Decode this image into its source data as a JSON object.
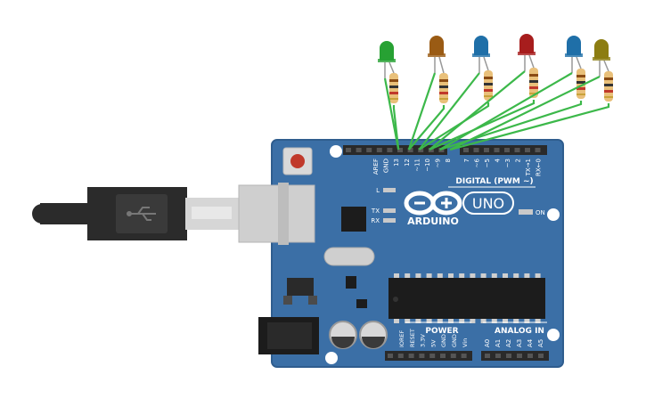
{
  "board": {
    "brand": "ARDUINO",
    "model": "UNO",
    "digital_title": "DIGITAL (PWM ~)",
    "digital_pins": [
      "AREF",
      "GND",
      "13",
      "12",
      "~11",
      "~10",
      "~9",
      "8",
      "7",
      "~6",
      "~5",
      "4",
      "~3",
      "2",
      "TX→1",
      "RX←0"
    ],
    "led_labels": [
      "L",
      "TX",
      "RX"
    ],
    "on_label": "ON",
    "crystal_label": "",
    "power_title": "POWER",
    "power_pins": [
      "IOREF",
      "RESET",
      "3.3V",
      "5V",
      "GND",
      "GND",
      "Vin"
    ],
    "analog_title": "ANALOG IN",
    "analog_pins": [
      "A0",
      "A1",
      "A2",
      "A3",
      "A4",
      "A5"
    ],
    "colors": {
      "pcb": "#3b6fa6",
      "pcb_border": "#2f5d8e",
      "header": "#2a2a2a",
      "chip": "#1c1c1c",
      "wire": "#3cb84a",
      "usb_cable": "#2b2b2b"
    }
  },
  "leds": [
    {
      "name": "green",
      "color": "#27a133",
      "pin": "13"
    },
    {
      "name": "brown",
      "color": "#9a5b14",
      "pin": "12"
    },
    {
      "name": "blue",
      "color": "#1f6fa8",
      "pin": "~11"
    },
    {
      "name": "red",
      "color": "#a71d1d",
      "pin": "~10"
    },
    {
      "name": "blue",
      "color": "#1f6fa8",
      "pin": "~9"
    },
    {
      "name": "olive",
      "color": "#8c7d12",
      "pin": "8"
    }
  ],
  "cable": {
    "icon": "usb-icon",
    "connector": "usb-b-plug"
  }
}
